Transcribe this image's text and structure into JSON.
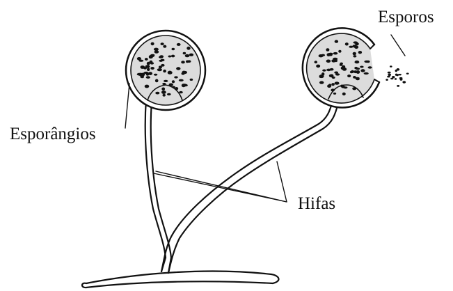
{
  "labels": {
    "sporangia": "Esporângios",
    "spores": "Esporos",
    "hyphae": "Hifas"
  },
  "colors": {
    "ink": "#111111",
    "sporangium_fill": "#dcdcdc",
    "background": "#ffffff"
  }
}
